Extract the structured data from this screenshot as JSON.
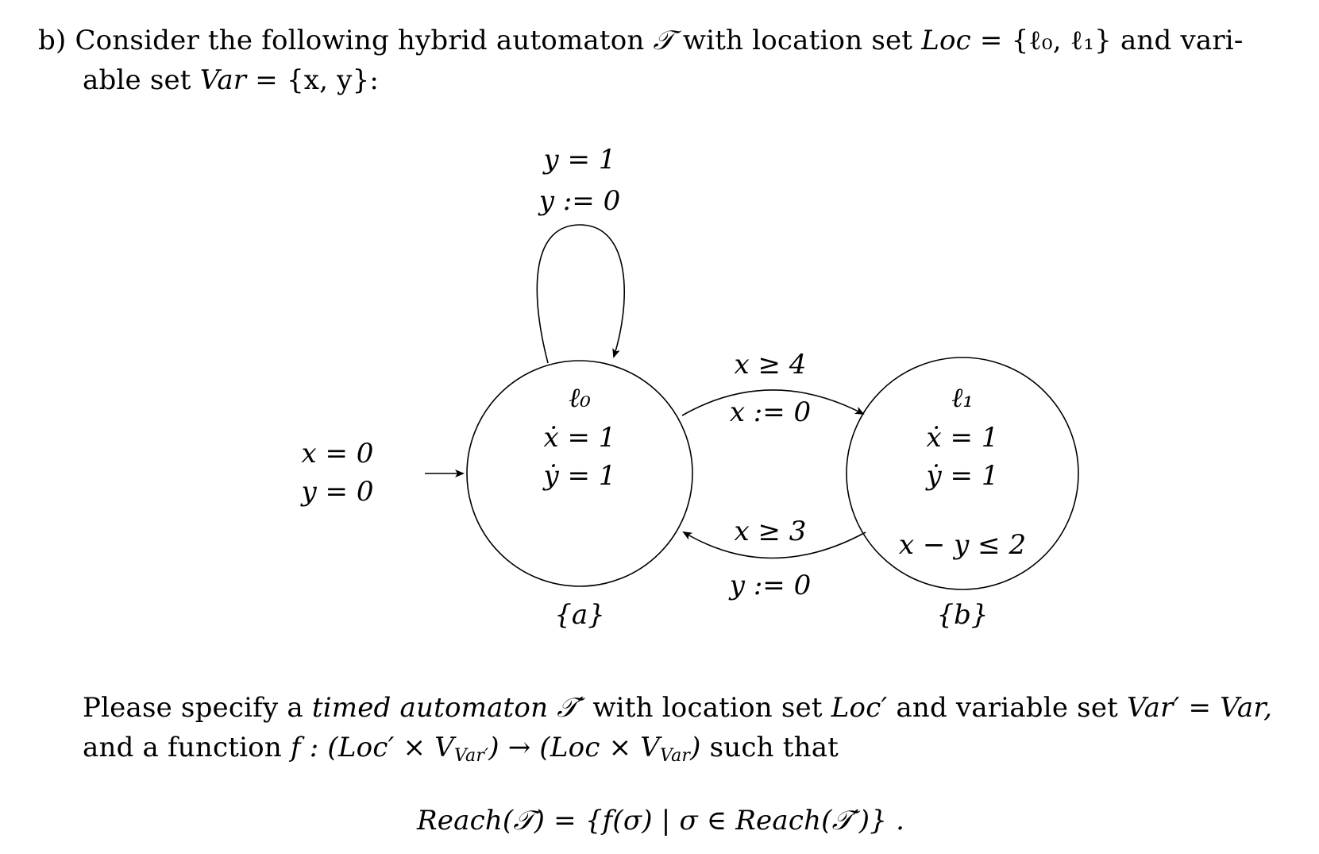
{
  "intro": {
    "part_label": "b)",
    "text_1": "Consider the following hybrid automaton",
    "automaton_symbol": "𝒯",
    "text_2": "with location set",
    "loc_name": "Loc",
    "loc_set": "= {ℓ₀, ℓ₁}",
    "text_3": "and vari-",
    "text_4": "able set",
    "var_name": "Var",
    "var_set": "= {x, y}:"
  },
  "diagram": {
    "locations": [
      {
        "name": "ℓ₀",
        "flow_x": "ẋ = 1",
        "flow_y": "ẏ = 1",
        "invariant": "",
        "label": "{a}"
      },
      {
        "name": "ℓ₁",
        "flow_x": "ẋ = 1",
        "flow_y": "ẏ = 1",
        "invariant": "x − y ≤ 2",
        "label": "{b}"
      }
    ],
    "initial": {
      "cond_x": "x = 0",
      "cond_y": "y = 0"
    },
    "self_loop": {
      "guard": "y = 1",
      "reset": "y := 0"
    },
    "edge_l0_l1": {
      "guard": "x ≥ 4",
      "reset": "x := 0"
    },
    "edge_l1_l0": {
      "guard": "x ≥ 3",
      "reset": "y := 0"
    }
  },
  "question": {
    "text_1": "Please specify a",
    "emph": "timed automaton",
    "automaton_prime": "𝒯′",
    "text_2": "with location set",
    "loc_prime": "Loc′",
    "text_3": "and variable set",
    "var_prime": "Var′",
    "text_4": "=",
    "var": "Var,",
    "text_5": "and a function",
    "func": "f : (Loc′ × V",
    "func_sub1": "Var′",
    "func_mid": ") → (Loc × V",
    "func_sub2": "Var",
    "func_end": ")",
    "text_6": "such that"
  },
  "equation": {
    "lhs": "Reach(𝒯)",
    "rhs": "= {f(σ) | σ ∈ Reach(𝒯′)} ."
  }
}
